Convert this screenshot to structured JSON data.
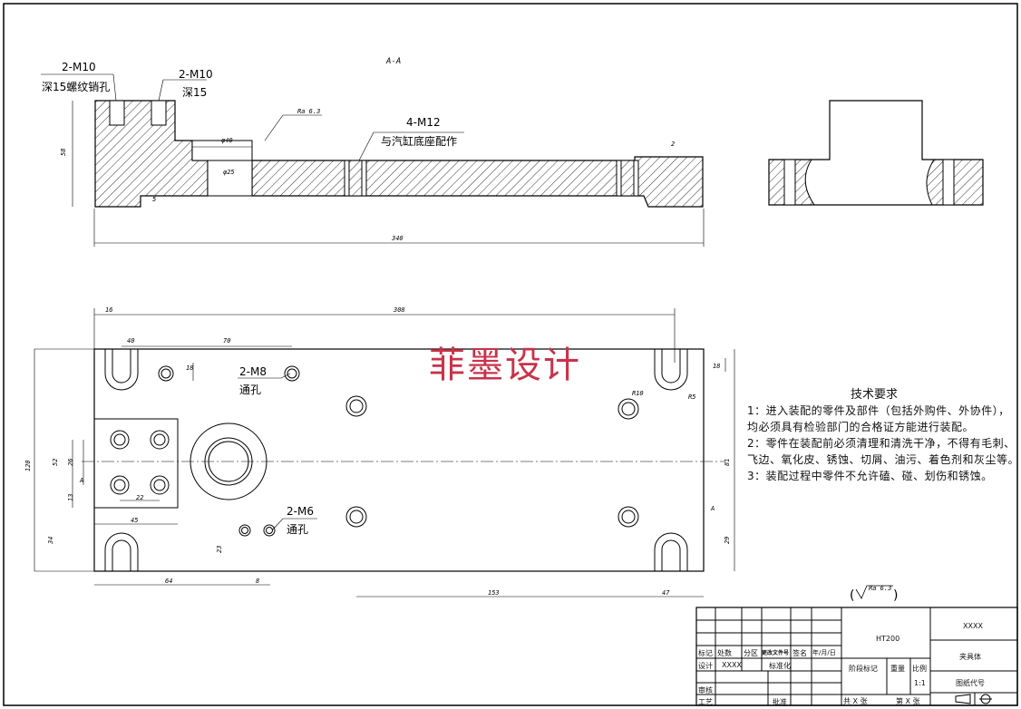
{
  "section_label": "A-A",
  "callouts": {
    "m10_blind_1": "2-M10",
    "m10_blind_1_note": "深15螺纹销孔",
    "m10_blind_2": "2-M10",
    "m10_blind_2_note": "深15",
    "m12": "4-M12",
    "m12_note": "与汽缸底座配作",
    "m8": "2-M8",
    "m8_note": "通孔",
    "m6": "2-M6",
    "m6_note": "通孔",
    "ra": "Ra 6.3"
  },
  "dims": {
    "d58": "58",
    "d5": "5",
    "phi40": "φ40",
    "phi25": "φ25",
    "d2": "2",
    "d340": "340",
    "d16": "16",
    "d308": "308",
    "d40": "40",
    "d70": "70",
    "d18a": "18",
    "d18b": "18",
    "r10": "R10",
    "r5": "R5",
    "d120": "120",
    "d52": "52",
    "d26": "26",
    "d13": "13",
    "d22": "22",
    "d45": "45",
    "d34": "34",
    "d23": "23",
    "d64": "64",
    "d8": "8",
    "d153": "153",
    "d47": "47",
    "d81": "81",
    "d29": "29",
    "a_left": "A",
    "a_right": "A"
  },
  "watermark": "菲墨设计",
  "requirements": {
    "title": "技术要求",
    "items": [
      "1：进入装配的零件及部件（包括外购件、外协件），均必须具有检验部门的合格证方能进行装配。",
      "2：零件在装配前必须清理和清洗干净，不得有毛刺、飞边、氧化皮、锈蚀、切屑、油污、着色剂和灰尘等。",
      "3：装配过程中零件不允许磕、碰、划伤和锈蚀。"
    ]
  },
  "surface_symbol": "Ra 6.3",
  "title_block": {
    "material": "HT200",
    "code": "XXXX",
    "part_name": "夹具体",
    "drawing_code_label": "图纸代号",
    "scale": "1:1",
    "row_labels": {
      "mark": "标记",
      "count": "处数",
      "zone": "分区",
      "change_doc": "更改文件号",
      "sign": "签名",
      "date": "年/月/日",
      "design": "设计",
      "design_name": "XXXX",
      "standard": "标准化",
      "stage": "阶段标记",
      "weight": "重量",
      "ratio": "比例",
      "review": "审核",
      "process": "工艺",
      "approve": "批准",
      "total": "共 X 张",
      "sheet": "第 X 张"
    }
  }
}
